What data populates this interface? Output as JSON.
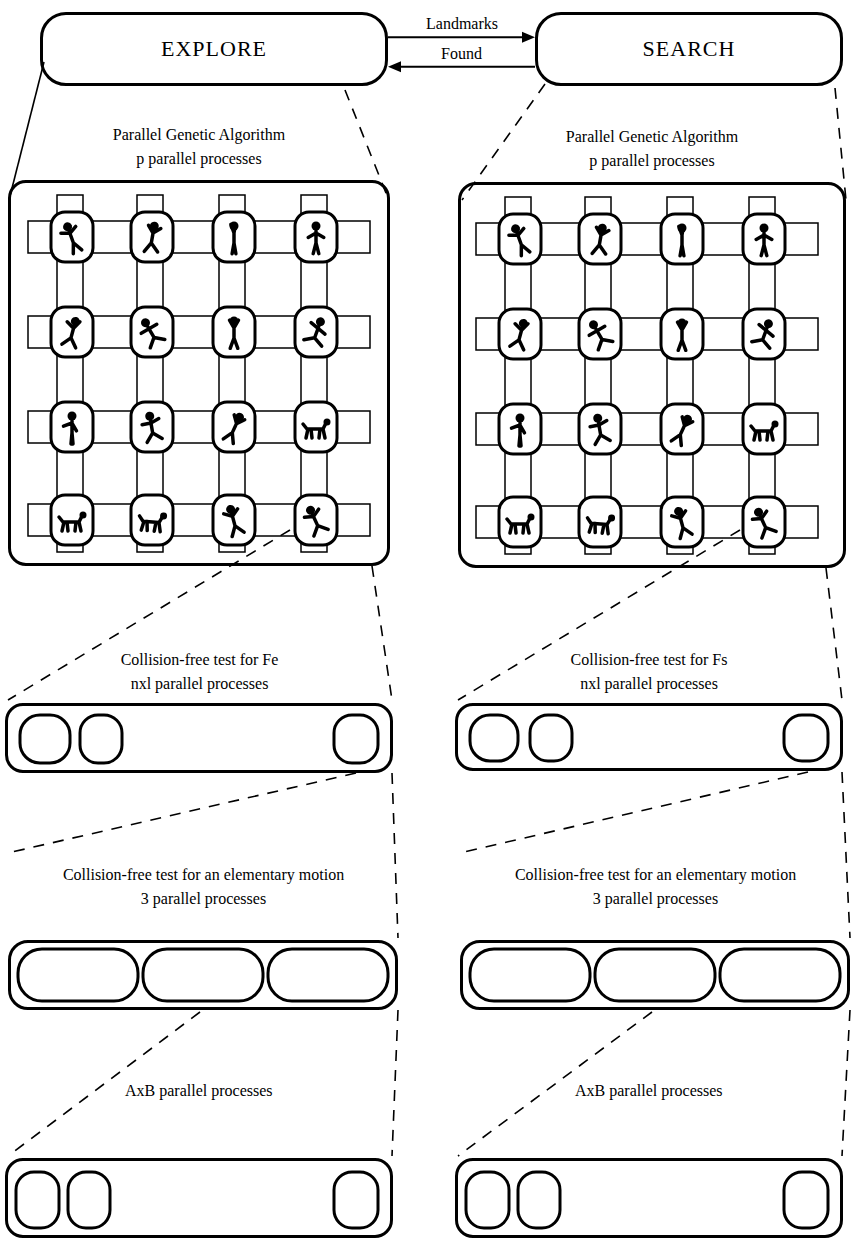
{
  "diagram": {
    "nodes": [
      {
        "text": [
          "EXPLORE"
        ]
      },
      {
        "text": [
          "SEARCH"
        ]
      },
      {
        "text": [
          "Parallel Genetic Algorithm p parallel processes"
        ]
      },
      {
        "text": [
          "Parallel Genetic Algorithm p parallel processes"
        ]
      },
      {
        "text": [
          "Collision-free test for Fe nxl parallel processes"
        ]
      },
      {
        "text": [
          "Collision-free test for Fs nxl parallel processes"
        ]
      },
      {
        "text": [
          "Collision-free test for an elementary motion 3 parallel processes"
        ]
      },
      {
        "text": [
          "Collision-free test for an elementary motion 3 parallel processes"
        ]
      },
      {
        "text": [
          "AxB parallel processes"
        ]
      },
      {
        "text": [
          "AxB parallel processes"
        ]
      }
    ],
    "edges": [
      {
        "from": 0,
        "to": 1,
        "label": "Landmarks",
        "arrow": "to"
      },
      {
        "from": 1,
        "to": 0,
        "label": "Found",
        "arrow": "to"
      }
    ]
  }
}
